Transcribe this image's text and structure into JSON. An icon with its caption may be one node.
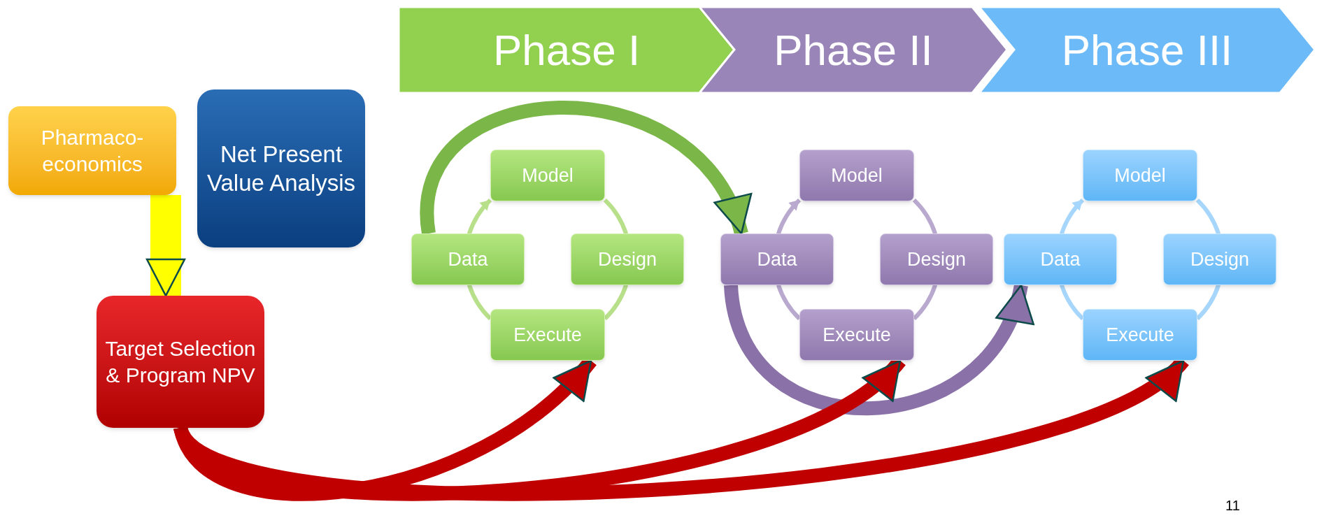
{
  "diagram": {
    "nodes": [
      {
        "text": [
          "Phase I"
        ]
      },
      {
        "text": [
          "Phase II"
        ]
      },
      {
        "text": [
          "Phase III"
        ]
      },
      {
        "text": [
          "Pharmaco-economics"
        ]
      },
      {
        "text": [
          "Net Present Value Analysis"
        ]
      },
      {
        "text": [
          "Target Selection & Program NPV"
        ]
      },
      {
        "text": [
          "Model"
        ]
      },
      {
        "text": [
          "Data"
        ]
      },
      {
        "text": [
          "Design"
        ]
      },
      {
        "text": [
          "Execute"
        ]
      },
      {
        "text": [
          "Model"
        ]
      },
      {
        "text": [
          "Data"
        ]
      },
      {
        "text": [
          "Design"
        ]
      },
      {
        "text": [
          "Execute"
        ]
      },
      {
        "text": [
          "Model"
        ]
      },
      {
        "text": [
          "Data"
        ]
      },
      {
        "text": [
          "Design"
        ]
      },
      {
        "text": [
          "Execute"
        ]
      }
    ],
    "edges": [
      {
        "from": 3,
        "to": 5,
        "arrow": "to",
        "style": "thick",
        "color": "#ffff00"
      },
      {
        "from": 7,
        "to": 6,
        "arrow": "to",
        "color": "#b8e08a"
      },
      {
        "from": 6,
        "to": 8,
        "arrow": "none",
        "color": "#b8e08a"
      },
      {
        "from": 8,
        "to": 9,
        "arrow": "none",
        "color": "#b8e08a"
      },
      {
        "from": 9,
        "to": 7,
        "arrow": "none",
        "color": "#b8e08a"
      },
      {
        "from": 11,
        "to": 10,
        "arrow": "to",
        "color": "#b9a9cf"
      },
      {
        "from": 10,
        "to": 12,
        "arrow": "none",
        "color": "#b9a9cf"
      },
      {
        "from": 12,
        "to": 13,
        "arrow": "none",
        "color": "#b9a9cf"
      },
      {
        "from": 13,
        "to": 11,
        "arrow": "none",
        "color": "#b9a9cf"
      },
      {
        "from": 15,
        "to": 14,
        "arrow": "to",
        "color": "#a6d6fb"
      },
      {
        "from": 14,
        "to": 16,
        "arrow": "none",
        "color": "#a6d6fb"
      },
      {
        "from": 16,
        "to": 17,
        "arrow": "none",
        "color": "#a6d6fb"
      },
      {
        "from": 17,
        "to": 15,
        "arrow": "none",
        "color": "#a6d6fb"
      },
      {
        "from": 7,
        "to": 11,
        "arrow": "to",
        "style": "thick",
        "color": "#7ab648"
      },
      {
        "from": 11,
        "to": 15,
        "arrow": "to",
        "style": "thick",
        "color": "#8a72a8"
      },
      {
        "from": 5,
        "to": 9,
        "arrow": "to",
        "style": "thick",
        "color": "#c00000"
      },
      {
        "from": 5,
        "to": 13,
        "arrow": "to",
        "style": "thick",
        "color": "#c00000"
      },
      {
        "from": 5,
        "to": 17,
        "arrow": "to",
        "style": "thick",
        "color": "#c00000"
      }
    ],
    "labels": [
      "11"
    ]
  }
}
